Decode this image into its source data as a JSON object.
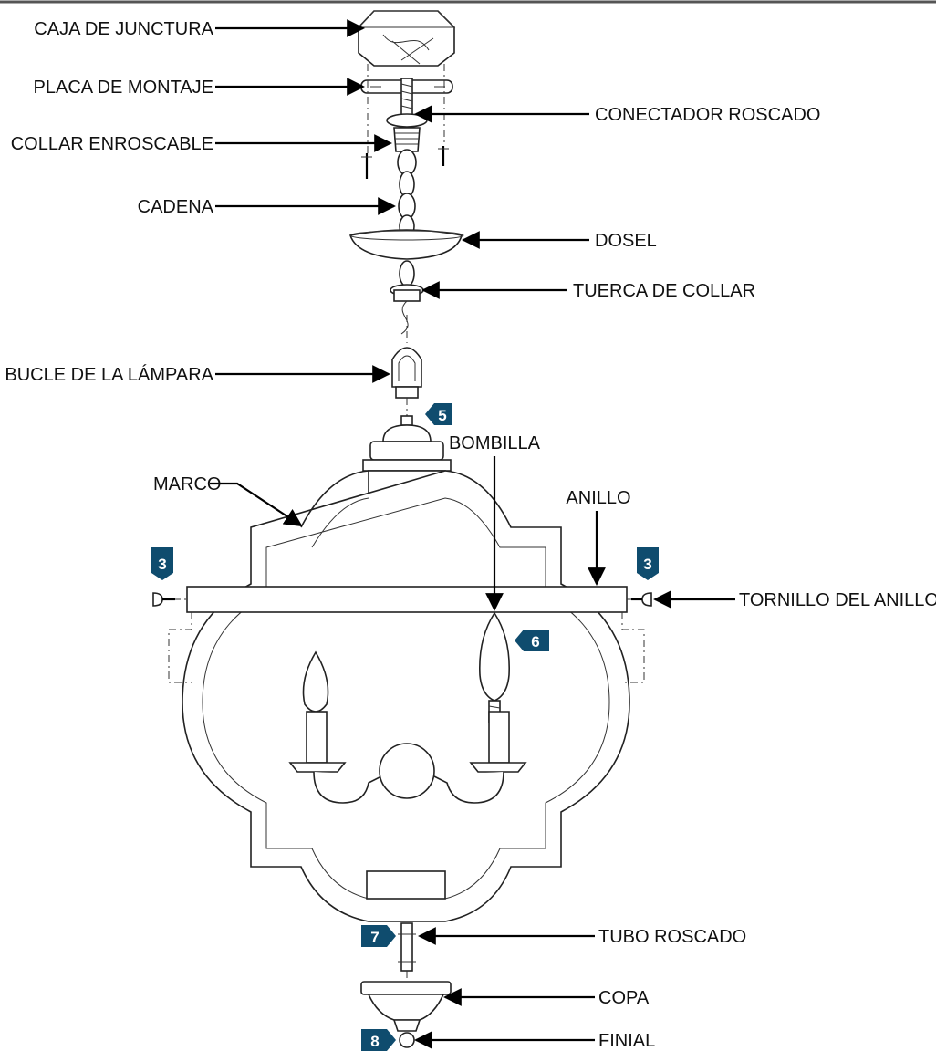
{
  "labels": {
    "junction_box": "CAJA DE JUNCTURA",
    "mounting_plate": "PLACA DE MONTAJE",
    "threaded_connector": "CONECTADOR ROSCADO",
    "threaded_collar": "COLLAR ENROSCABLE",
    "chain": "CADENA",
    "canopy": "DOSEL",
    "collar_nut": "TUERCA DE COLLAR",
    "lamp_loop": "BUCLE DE LA LÁMPARA",
    "bulb": "BOMBILLA",
    "frame": "MARCO",
    "ring": "ANILLO",
    "ring_screw": "TORNILLO DEL ANILLO",
    "threaded_tube": "TUBO ROSCADO",
    "cup": "COPA",
    "finial": "FINIAL"
  },
  "step_markers": {
    "ring_left": "3",
    "ring_right": "3",
    "loop": "5",
    "bulb": "6",
    "tube": "7",
    "finial": "8"
  },
  "colors": {
    "marker": "#0f4c6e",
    "line": "#000000"
  }
}
